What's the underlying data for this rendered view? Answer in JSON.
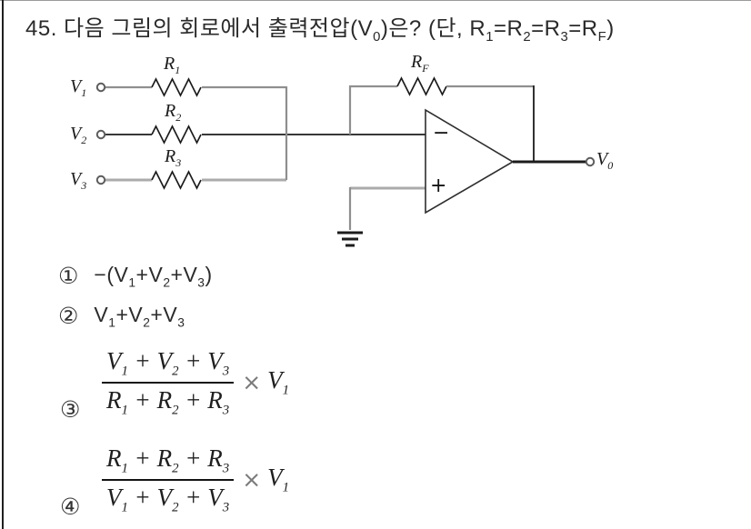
{
  "page": {
    "background": "#ffffff",
    "left_border_color": "#1f1f1f",
    "top_border_color": "#9a9a9a"
  },
  "question": {
    "title_tokens": [
      {
        "t": "45. 다음 그림의 회로에서 출력전압(V"
      },
      {
        "s": "0"
      },
      {
        "t": ")은? (단, R"
      },
      {
        "s": "1"
      },
      {
        "t": "=R"
      },
      {
        "s": "2"
      },
      {
        "t": "=R"
      },
      {
        "s": "3"
      },
      {
        "t": "=R"
      },
      {
        "s": "F"
      },
      {
        "t": ")"
      }
    ]
  },
  "circuit": {
    "colors": {
      "wire_gray": "#8f8f8f",
      "wire_light": "#ababab",
      "wire_black": "#1c1c1c",
      "component": "#1c1c1c"
    },
    "labels": {
      "v1": [
        {
          "t": "V"
        },
        {
          "s": "1"
        }
      ],
      "v2": [
        {
          "t": "V"
        },
        {
          "s": "2"
        }
      ],
      "v3": [
        {
          "t": "V"
        },
        {
          "s": "3"
        }
      ],
      "r1": [
        {
          "t": "R"
        },
        {
          "s": "1"
        }
      ],
      "r2": [
        {
          "t": "R"
        },
        {
          "s": "2"
        }
      ],
      "r3": [
        {
          "t": "R"
        },
        {
          "s": "3"
        }
      ],
      "rf": [
        {
          "t": "R"
        },
        {
          "s": "F"
        }
      ],
      "v0": [
        {
          "t": "V"
        },
        {
          "s": "0"
        }
      ],
      "inverting_input": "−",
      "noninverting_input": "+"
    }
  },
  "choices": [
    {
      "num": "①",
      "formula": [
        {
          "t": "−(V"
        },
        {
          "s": "1"
        },
        {
          "t": "+V"
        },
        {
          "s": "2"
        },
        {
          "t": "+V"
        },
        {
          "s": "3"
        },
        {
          "t": ")"
        }
      ]
    },
    {
      "num": "②",
      "formula": [
        {
          "t": "V"
        },
        {
          "s": "1"
        },
        {
          "t": "+V"
        },
        {
          "s": "2"
        },
        {
          "t": "+V"
        },
        {
          "s": "3"
        }
      ]
    },
    {
      "num": "③",
      "numerator": [
        {
          "t": "V"
        },
        {
          "s": "1"
        },
        {
          "t": " + V"
        },
        {
          "s": "2"
        },
        {
          "t": " + V"
        },
        {
          "s": "3"
        }
      ],
      "denominator": [
        {
          "t": "R"
        },
        {
          "s": "1"
        },
        {
          "t": " + R"
        },
        {
          "s": "2"
        },
        {
          "t": " + R"
        },
        {
          "s": "3"
        }
      ],
      "operator": "×",
      "multiplier": [
        {
          "t": "V"
        },
        {
          "s": "1"
        }
      ]
    },
    {
      "num": "④",
      "numerator": [
        {
          "t": "R"
        },
        {
          "s": "1"
        },
        {
          "t": " + R"
        },
        {
          "s": "2"
        },
        {
          "t": " + R"
        },
        {
          "s": "3"
        }
      ],
      "denominator": [
        {
          "t": "V"
        },
        {
          "s": "1"
        },
        {
          "t": " + V"
        },
        {
          "s": "2"
        },
        {
          "t": " + V"
        },
        {
          "s": "3"
        }
      ],
      "operator": "×",
      "multiplier": [
        {
          "t": "V"
        },
        {
          "s": "1"
        }
      ]
    }
  ]
}
